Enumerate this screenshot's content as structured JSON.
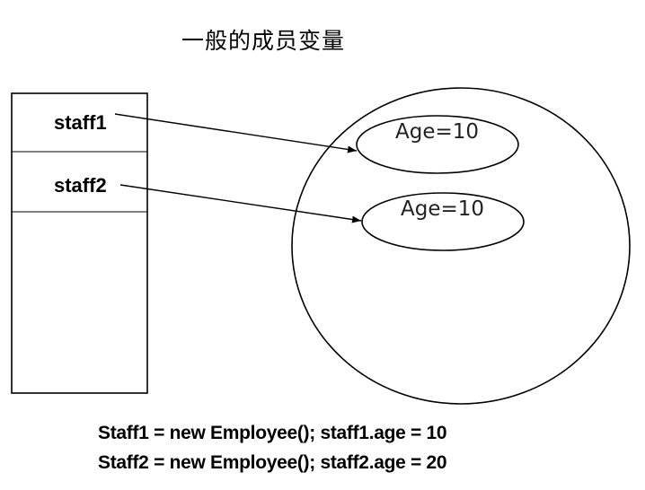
{
  "title": "一般的成员变量",
  "stack": {
    "cells": [
      {
        "label": "staff1"
      },
      {
        "label": "staff2"
      }
    ]
  },
  "heap": {
    "objects": [
      {
        "label": "Age=10"
      },
      {
        "label": "Age=10"
      }
    ]
  },
  "code": [
    "Staff1 = new Employee(); staff1.age = 10",
    "Staff2 = new Employee(); staff2.age = 20"
  ]
}
